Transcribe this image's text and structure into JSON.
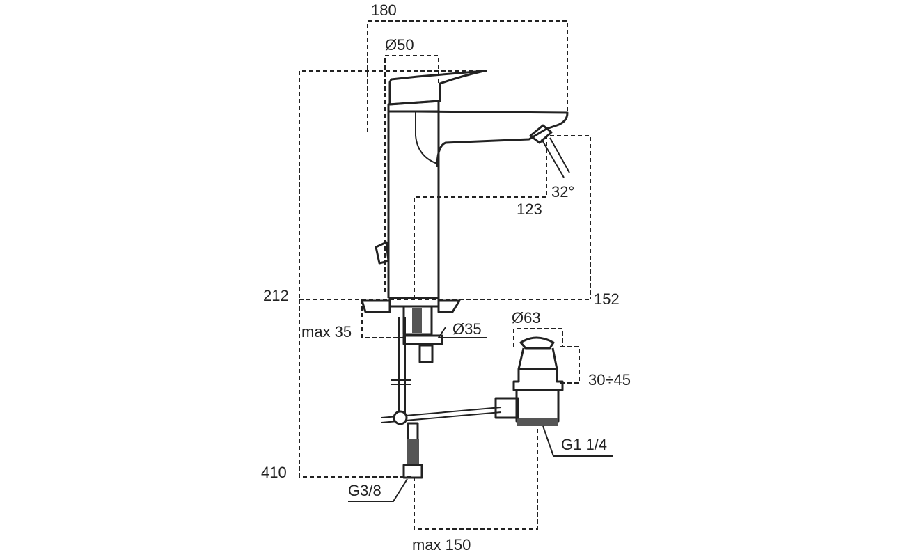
{
  "diagram": {
    "dimensions": {
      "width_top": "180",
      "dia_body": "Ø50",
      "angle": "32°",
      "reach": "123",
      "spout_height": "152",
      "height_212": "212",
      "max_deck": "max 35",
      "dia_hole": "Ø35",
      "dia_drain": "Ø63",
      "drain_range": "30÷45",
      "drain_thread": "G1 1/4",
      "total_410": "410",
      "supply_thread": "G3/8",
      "max_offset": "max 150"
    }
  }
}
